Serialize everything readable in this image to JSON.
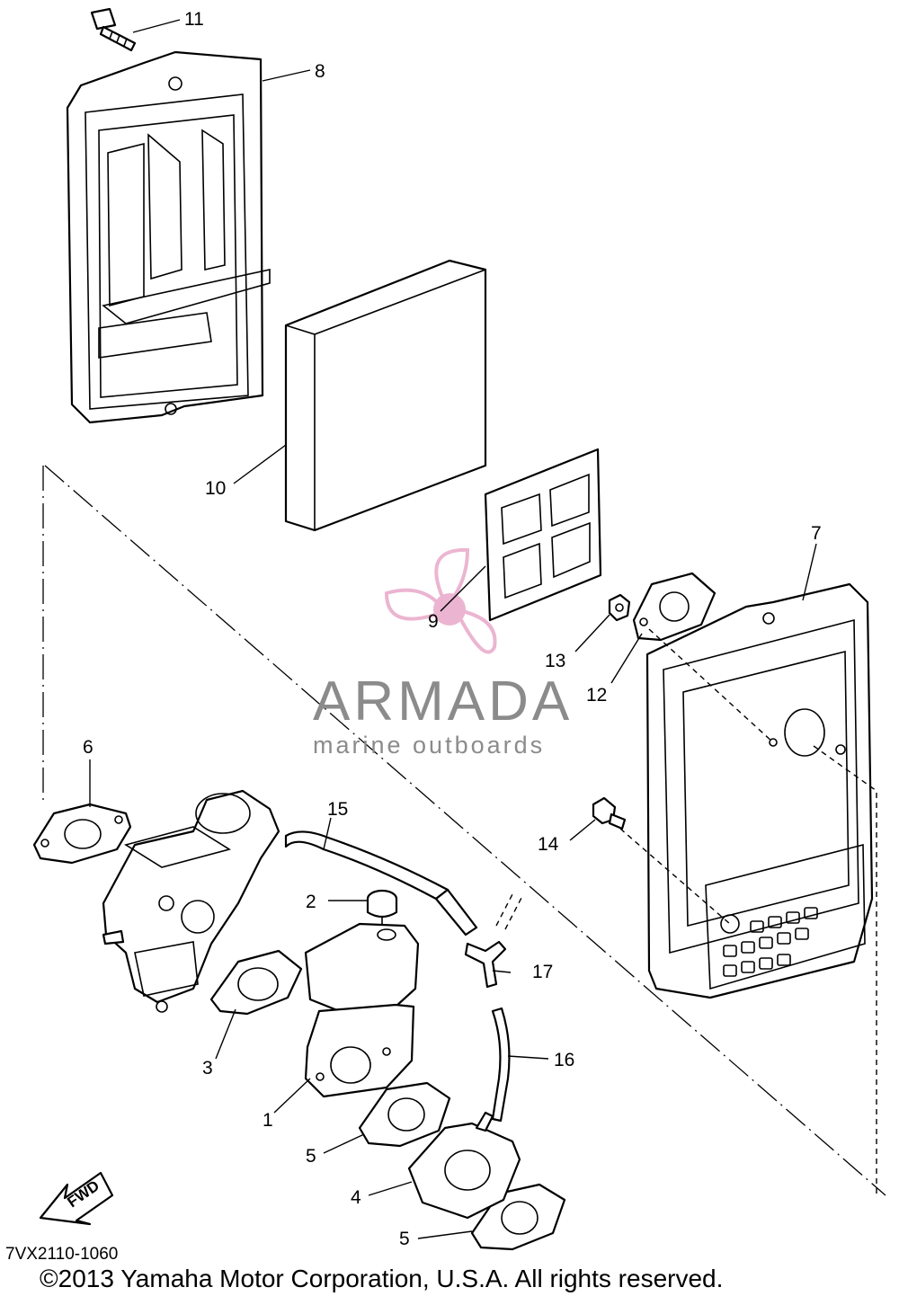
{
  "diagram": {
    "code": "7VX2110-1060",
    "copyright": "©2013 Yamaha Motor Corporation, U.S.A. All rights reserved.",
    "fwd_label": "FWD"
  },
  "watermark": {
    "brand": "ARMADA",
    "tagline": "marine outboards",
    "color": "#e8a9c9"
  },
  "callouts": [
    {
      "id": "1",
      "label": "1"
    },
    {
      "id": "2",
      "label": "2"
    },
    {
      "id": "3",
      "label": "3"
    },
    {
      "id": "4",
      "label": "4"
    },
    {
      "id": "5a",
      "label": "5"
    },
    {
      "id": "5b",
      "label": "5"
    },
    {
      "id": "6",
      "label": "6"
    },
    {
      "id": "7",
      "label": "7"
    },
    {
      "id": "8",
      "label": "8"
    },
    {
      "id": "9",
      "label": "9"
    },
    {
      "id": "10",
      "label": "10"
    },
    {
      "id": "11",
      "label": "11"
    },
    {
      "id": "12",
      "label": "12"
    },
    {
      "id": "13",
      "label": "13"
    },
    {
      "id": "14",
      "label": "14"
    },
    {
      "id": "15",
      "label": "15"
    },
    {
      "id": "16",
      "label": "16"
    },
    {
      "id": "17",
      "label": "17"
    }
  ]
}
